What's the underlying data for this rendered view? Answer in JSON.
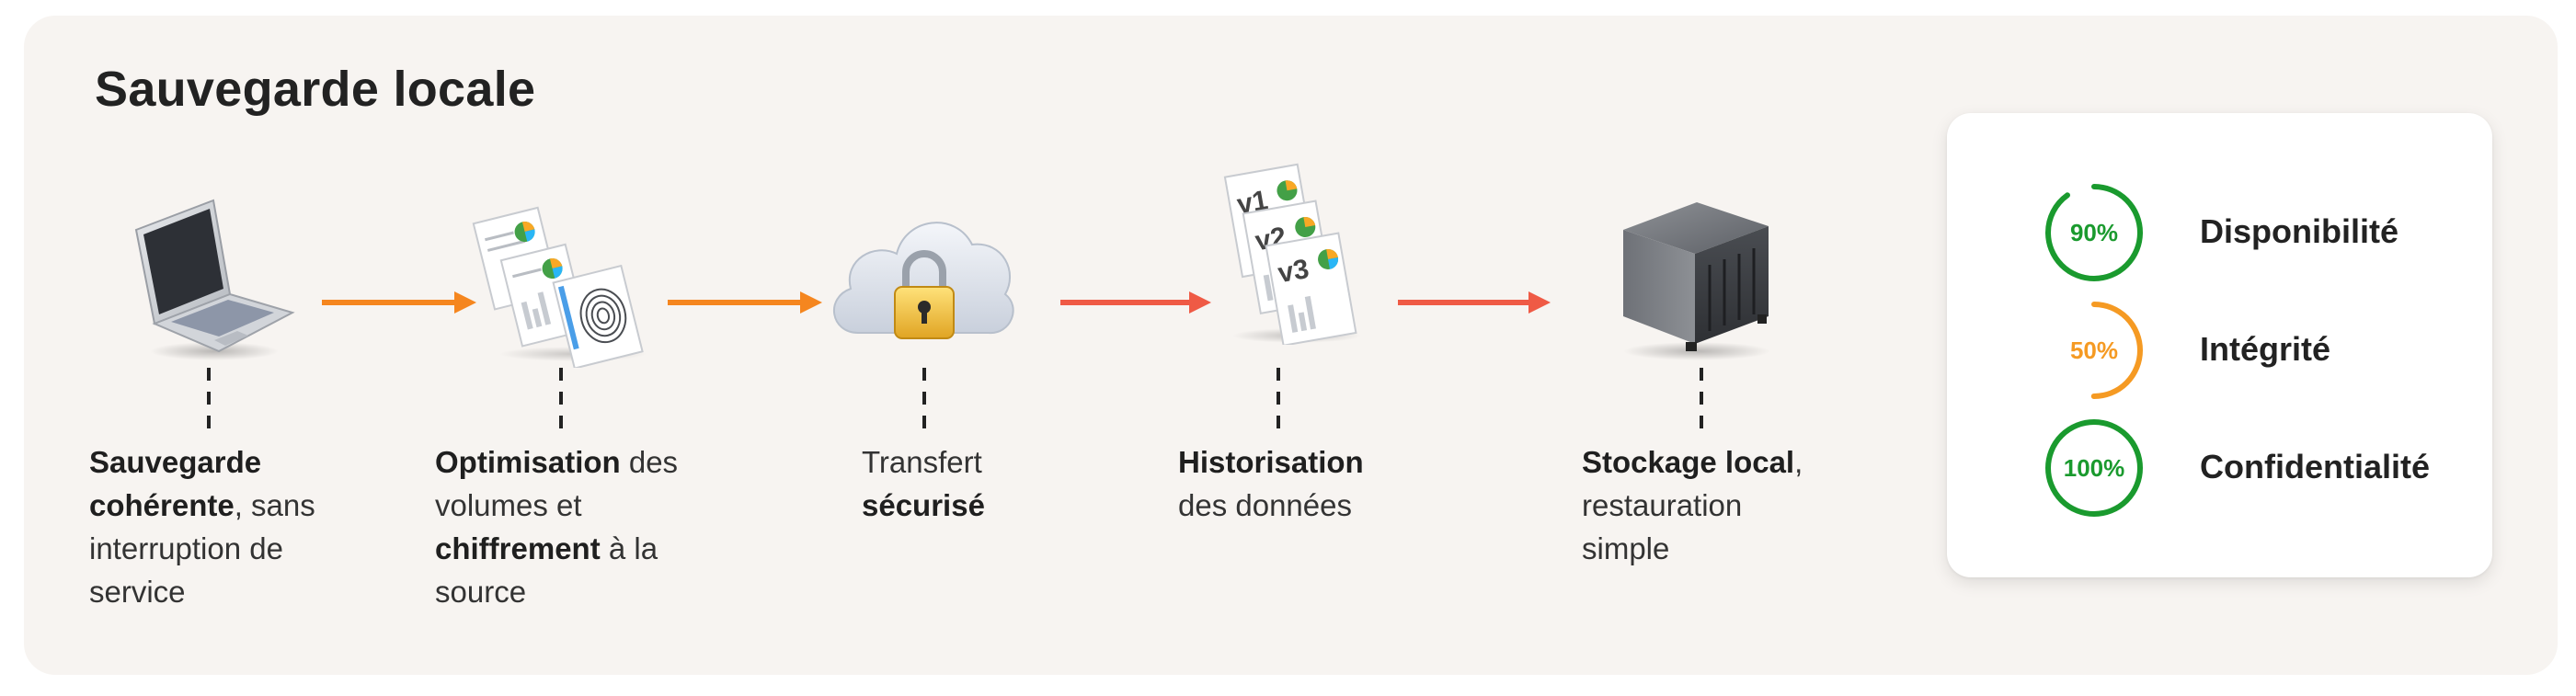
{
  "title": "Sauvegarde locale",
  "colors": {
    "arrow_orange": "#f5861f",
    "arrow_red": "#ef5a45",
    "green": "#1a9a2e",
    "orange": "#f59a23",
    "panel_bg": "#f7f4f1"
  },
  "steps": [
    {
      "icon": "laptop-icon",
      "caption": [
        {
          "text": "Sauvegarde",
          "bold": true
        },
        {
          "text": "\n"
        },
        {
          "text": "cohérente",
          "bold": true
        },
        {
          "text": ", sans\ninterruption de\nservice"
        }
      ]
    },
    {
      "icon": "documents-fingerprint-icon",
      "caption": [
        {
          "text": "Optimisation",
          "bold": true
        },
        {
          "text": " des\nvolumes et\n"
        },
        {
          "text": "chiffrement",
          "bold": true
        },
        {
          "text": " à la\nsource"
        }
      ]
    },
    {
      "icon": "cloud-lock-icon",
      "caption": [
        {
          "text": "Transfert\n"
        },
        {
          "text": "sécurisé",
          "bold": true
        }
      ]
    },
    {
      "icon": "versioned-documents-icon",
      "version_labels": [
        "v1",
        "v2",
        "v3"
      ],
      "caption": [
        {
          "text": "Historisation",
          "bold": true
        },
        {
          "text": "\ndes données"
        }
      ]
    },
    {
      "icon": "nas-server-icon",
      "caption": [
        {
          "text": "Stockage local",
          "bold": true
        },
        {
          "text": ",\nrestauration\nsimple"
        }
      ]
    }
  ],
  "metrics": [
    {
      "label": "Disponibilité",
      "value_text": "90%",
      "value": 0.9,
      "color": "#1a9a2e"
    },
    {
      "label": "Intégrité",
      "value_text": "50%",
      "value": 0.5,
      "color": "#f59a23"
    },
    {
      "label": "Confidentialité",
      "value_text": "100%",
      "value": 1.0,
      "color": "#1a9a2e"
    }
  ]
}
